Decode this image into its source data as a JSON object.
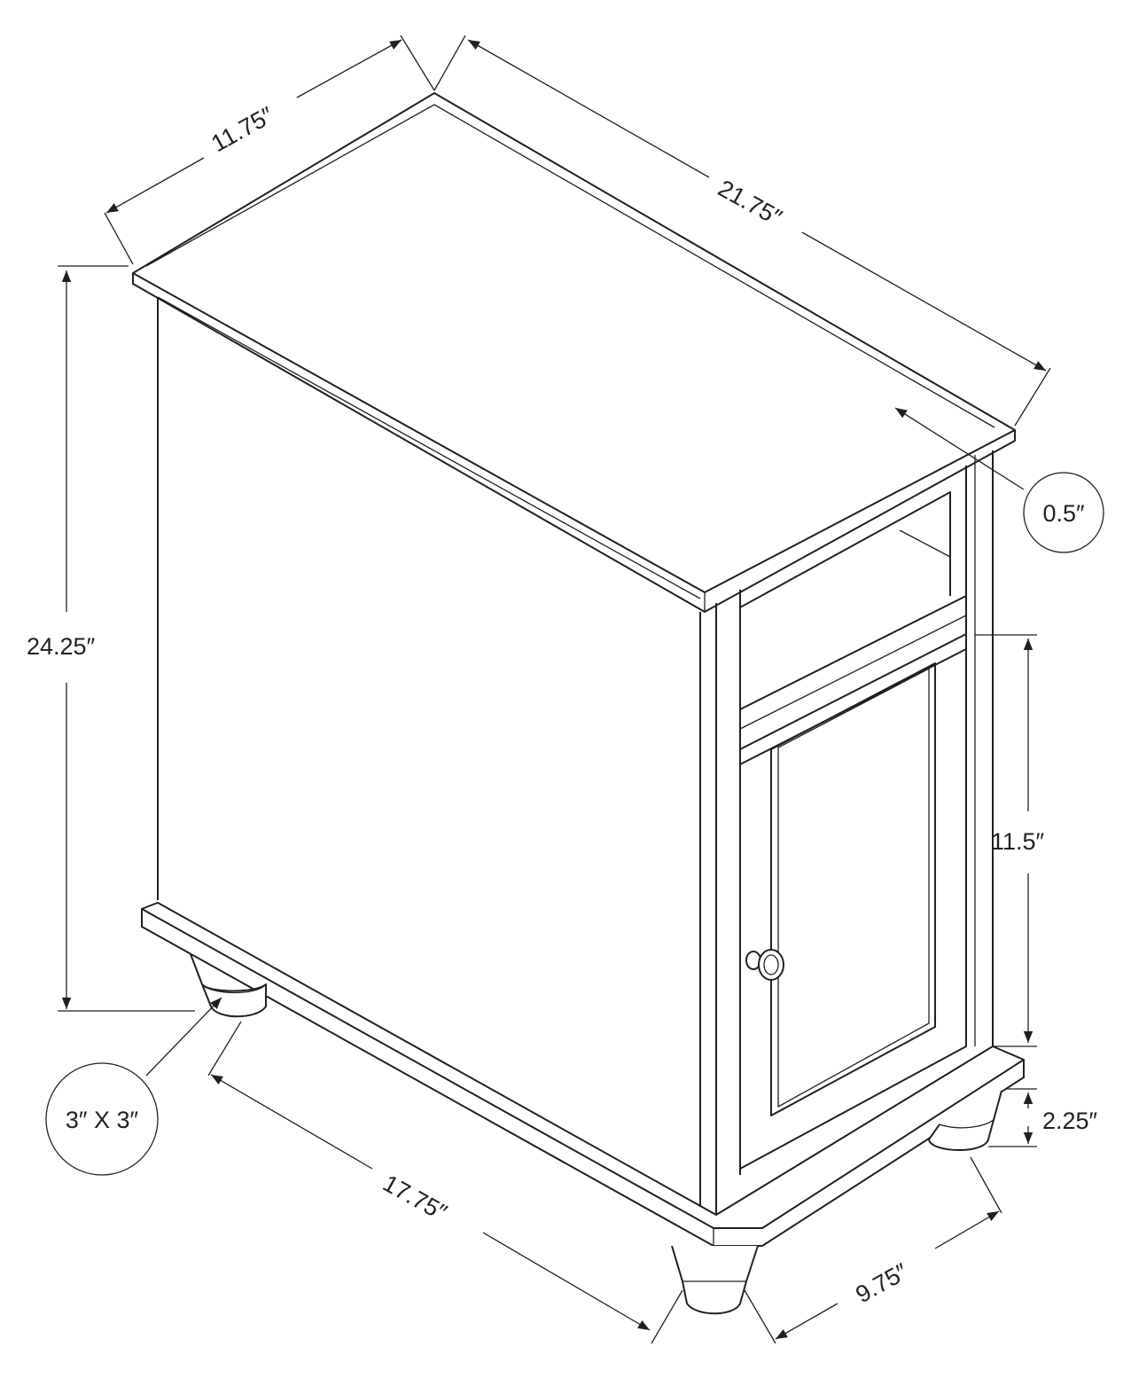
{
  "title": "Accent cabinet dimension drawing",
  "dimensions": {
    "depth_top": "11.75″",
    "width_top": "21.75″",
    "height_total": "24.25″",
    "top_thickness": "0.5″",
    "door_height": "11.5″",
    "leg_height": "2.25″",
    "leg_size": "3″ X 3″",
    "base_width": "17.75″",
    "base_depth": "9.75″"
  },
  "colors": {
    "line": "#231f20",
    "background": "#ffffff"
  }
}
